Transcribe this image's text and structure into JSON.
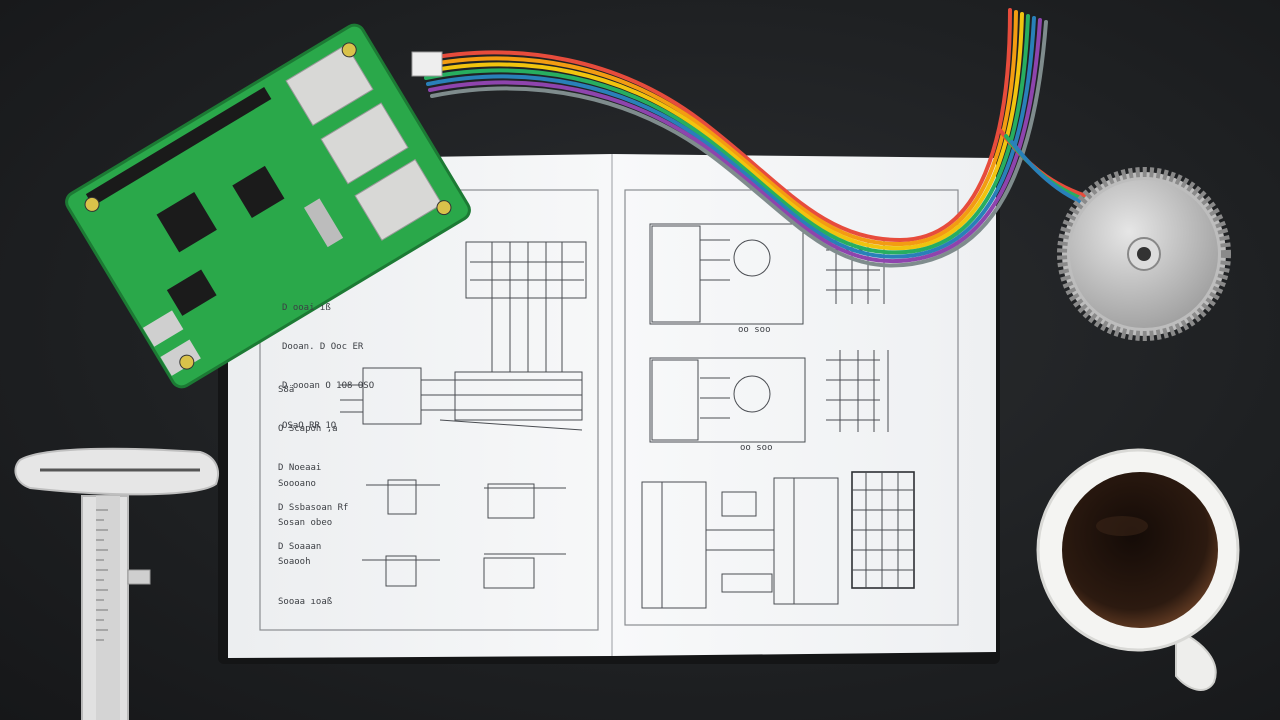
{
  "scene": {
    "description_free": true,
    "colors": {
      "desk": "#1f2123",
      "paper": "#f3f4f5",
      "ink": "#45484d",
      "pcb_green": "#2aa84a",
      "coffee": "#2a1a12",
      "cup": "#f4f4f2",
      "gear": "#c9c9c9",
      "caliper": "#e6e6e6"
    },
    "notebook": {
      "left_page_lines_a": [
        "D ooai ıß",
        "Dooan. D Ooc ER",
        "D oooan O 1O8 OSO",
        "OSaO RR 1O"
      ],
      "left_page_lines_b": [
        "S8ä",
        "O Scapoh ,a",
        "D Noeaai",
        "D Ssbasoan Rf",
        "D Soaaan"
      ],
      "left_page_lines_c": [
        "Soooano",
        "Sosan obeo",
        "Soaooh",
        "Sooaa ıoaß"
      ],
      "right_caption_1": "oo soo",
      "right_caption_2": "oo soo"
    },
    "icons": {
      "pcb": "circuit-board-icon",
      "cable": "ribbon-cable-icon",
      "gear": "gear-icon",
      "cup": "coffee-cup-icon",
      "caliper": "caliper-icon"
    }
  }
}
